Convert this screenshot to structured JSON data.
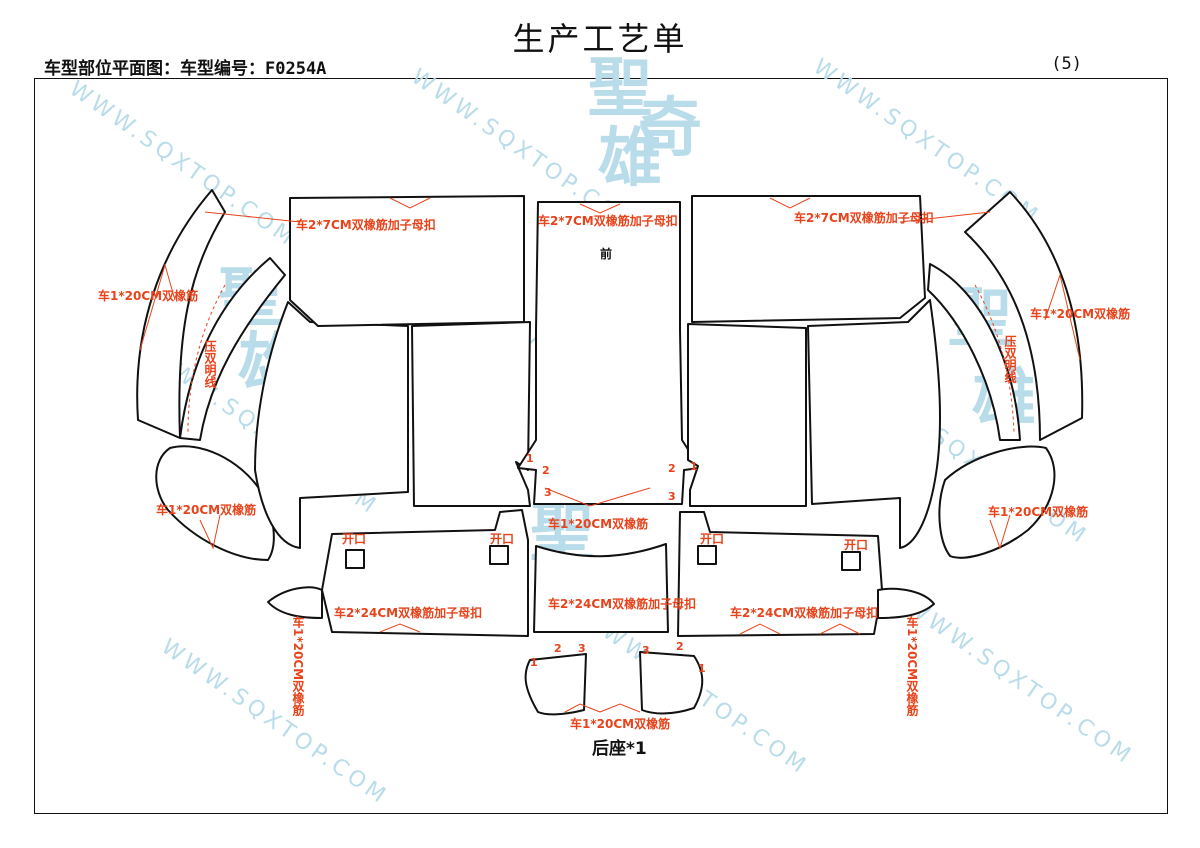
{
  "header": {
    "title": "生产工艺单",
    "subtitle": "车型部位平面图：车型编号：F0254A",
    "page_number": "(5)"
  },
  "watermark": {
    "url": "WWW.SQXTOP.COM",
    "seal": [
      "聖",
      "奇",
      "雄"
    ]
  },
  "labels": {
    "top_left_clip": "车2*7CM双橡筋加子母扣",
    "top_center_clip": "车2*7CM双橡筋加子母扣",
    "top_right_clip": "车2*7CM双橡筋加子母扣",
    "front": "前",
    "left_band": "车1*20CM双橡筋",
    "right_band": "车1*20CM双橡筋",
    "left_press": "压双明线",
    "right_press": "压双明线",
    "left_lower_band": "车1*20CM双橡筋",
    "right_lower_band": "车1*20CM双橡筋",
    "center_band": "车1*20CM双橡筋",
    "opening": "开口",
    "left_bottom_clip": "车2*24CM双橡筋加子母扣",
    "center_bottom_clip": "车2*24CM双橡筋加子母扣",
    "right_bottom_clip": "车2*24CM双橡筋加子母扣",
    "left_small_band": "车1*20CM双橡筋",
    "right_small_band": "车1*20CM双橡筋",
    "bottom_band": "车1*20CM双橡筋",
    "footer": "后座*1"
  },
  "numbers": [
    "1",
    "2",
    "3"
  ],
  "colors": {
    "annotation": "#e8431b",
    "outline": "#111111",
    "watermark": "#b9dcea"
  }
}
